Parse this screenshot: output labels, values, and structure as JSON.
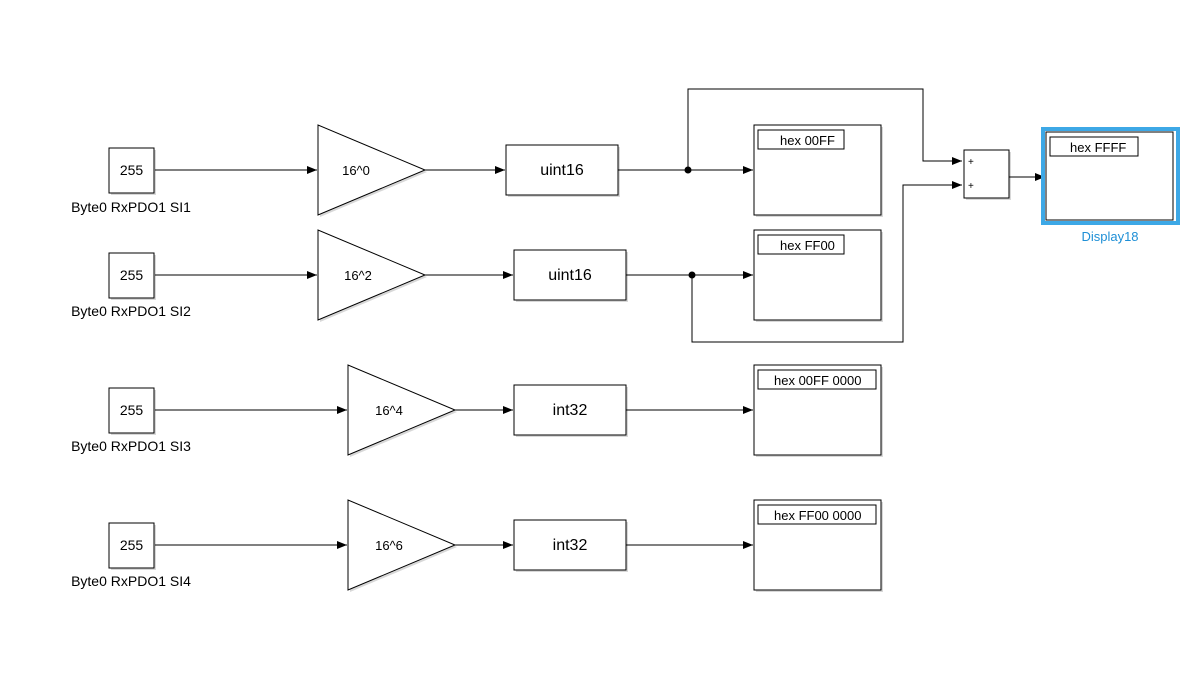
{
  "colors": {
    "selection": "#3da8e6",
    "selection_label": "#1e8fd6"
  },
  "rows": [
    {
      "constant": {
        "value": "255",
        "label": "Byte0 RxPDO1 SI1"
      },
      "gain": {
        "label": "16^0"
      },
      "convert": {
        "label": "uint16"
      },
      "display": {
        "value": "hex 00FF"
      }
    },
    {
      "constant": {
        "value": "255",
        "label": "Byte0 RxPDO1 SI2"
      },
      "gain": {
        "label": "16^2"
      },
      "convert": {
        "label": "uint16"
      },
      "display": {
        "value": "hex FF00"
      }
    },
    {
      "constant": {
        "value": "255",
        "label": "Byte0 RxPDO1 SI3"
      },
      "gain": {
        "label": "16^4"
      },
      "convert": {
        "label": "int32"
      },
      "display": {
        "value": "hex 00FF 0000"
      }
    },
    {
      "constant": {
        "value": "255",
        "label": "Byte0 RxPDO1 SI4"
      },
      "gain": {
        "label": "16^6"
      },
      "convert": {
        "label": "int32"
      },
      "display": {
        "value": "hex FF00 0000"
      }
    }
  ],
  "sum": {
    "in1": "+",
    "in2": "+"
  },
  "sum_display": {
    "value": "hex FFFF",
    "name": "Display18",
    "selected": true
  }
}
